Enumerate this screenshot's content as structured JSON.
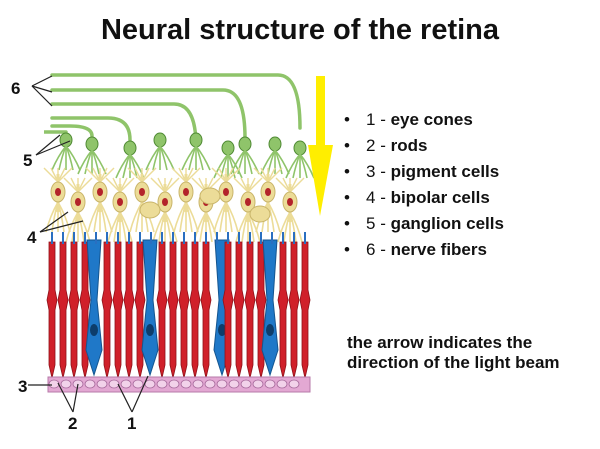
{
  "title": "Neural structure of the retina",
  "legend": {
    "items": [
      {
        "num": "1",
        "term": "eye cones"
      },
      {
        "num": "2",
        "term": "rods"
      },
      {
        "num": "3",
        "term": "pigment cells"
      },
      {
        "num": "4",
        "term": "bipolar cells"
      },
      {
        "num": "5",
        "term": "ganglion cells"
      },
      {
        "num": "6",
        "term": "nerve fibers"
      }
    ]
  },
  "note": "the arrow indicates the direction of the light beam",
  "callouts": {
    "one": "1",
    "two": "2",
    "three": "3",
    "four": "4",
    "five": "5",
    "six": "6"
  },
  "colors": {
    "rods": "#d0202a",
    "cones": "#1f78c8",
    "bipolar_cells": "#ecdc98",
    "ganglion_fibers": "#8fc46a",
    "pigment_layer": "#e3a8d3",
    "light_arrow": "#ffee00"
  }
}
